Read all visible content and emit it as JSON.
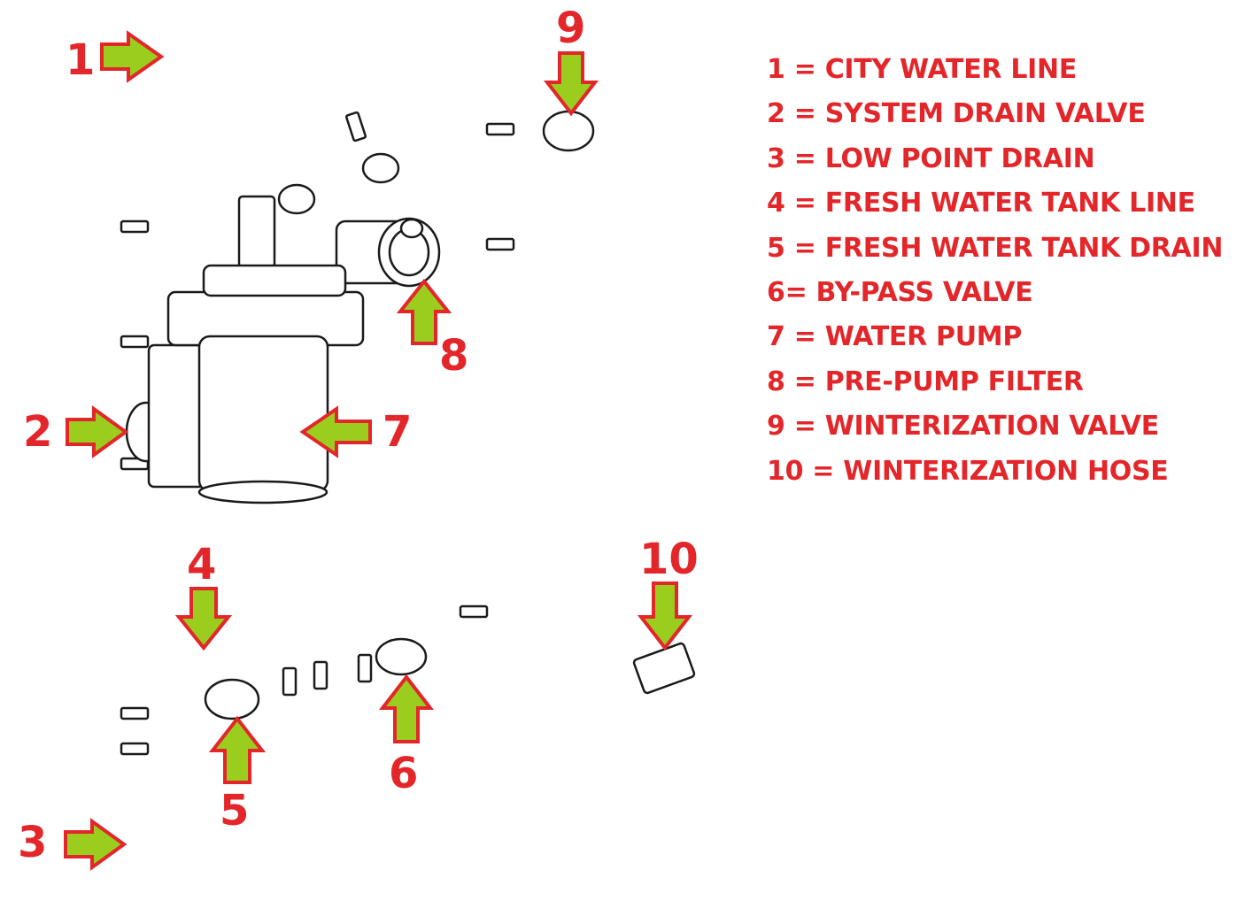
{
  "callouts": {
    "c1": "1",
    "c2": "2",
    "c3": "3",
    "c4": "4",
    "c5": "5",
    "c6": "6",
    "c7": "7",
    "c8": "8",
    "c9": "9",
    "c10": "10"
  },
  "legend": [
    "1 = CITY WATER LINE",
    "2 = SYSTEM DRAIN VALVE",
    "3 = LOW POINT DRAIN",
    "4 = FRESH WATER TANK LINE",
    "5 = FRESH WATER TANK DRAIN",
    "6= BY-PASS VALVE",
    "7 = WATER PUMP",
    "8 = PRE-PUMP FILTER",
    "9 = WINTERIZATION VALVE",
    "10 = WINTERIZATION HOSE"
  ],
  "colors": {
    "label_red": "#e3262a",
    "arrow_green": "#9acd1e",
    "line_art": "#1a1a1a"
  }
}
